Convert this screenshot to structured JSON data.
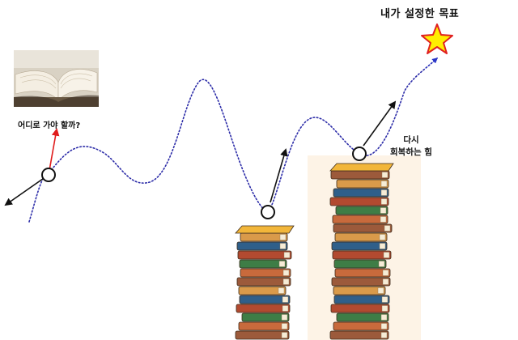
{
  "goal": {
    "label": "내가 설정한 목표",
    "star_fill": "#ffee00",
    "star_stroke": "#e02020"
  },
  "question": {
    "label": "어디로 가야 할까?"
  },
  "recover": {
    "line1": "다시",
    "line2": "회복하는 힘"
  },
  "colors": {
    "path": "#2c2ca8",
    "arrow_black": "#111111",
    "arrow_red": "#e01b1b",
    "arrow_blue": "#2a36c8",
    "stack_bg": "#fdf3e6",
    "book_top": "#f2b63a",
    "book_colors": [
      "#3e7d46",
      "#c86a3c",
      "#9c5a3b",
      "#d99a4a",
      "#2f5f8a",
      "#b24a30"
    ]
  },
  "icons": [
    "star-icon",
    "open-book-photo",
    "book-stack-left",
    "book-stack-right"
  ]
}
